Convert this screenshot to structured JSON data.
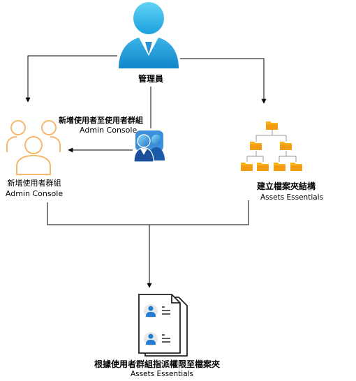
{
  "admin": {
    "label": "管理員"
  },
  "add_users": {
    "label": "新增使用者至使用者群組",
    "tool": "Admin Console"
  },
  "user_groups": {
    "label": "新增使用者群組",
    "tool": "Admin Console"
  },
  "folders": {
    "label": "建立檔案夾結構",
    "tool": "Assets Essentials"
  },
  "assign": {
    "label": "根據使用者群組指派權限至檔案夾",
    "tool": "Assets Essentials"
  },
  "colors": {
    "admin_blue_top": "#5fd0f3",
    "admin_blue_bottom": "#1386c9",
    "group_outline": "#f5b76a",
    "folder_orange": "#fbb41a",
    "doc_person": "#1e7cd2",
    "line": "#000000"
  },
  "icons": {
    "admin": "admin-person-icon",
    "users_group": "users-group-icon",
    "add_user": "add-users-icon",
    "folder_tree": "folder-tree-icon",
    "permission_docs": "permission-documents-icon"
  }
}
